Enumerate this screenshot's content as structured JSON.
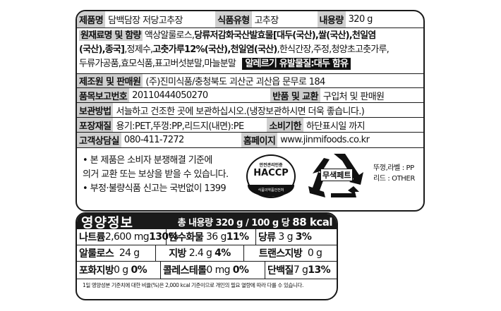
{
  "label": {
    "product_name": {
      "header": "제품명",
      "value": "담백담장 저당고추장"
    },
    "food_type": {
      "header": "식품유형",
      "value": "고추장"
    },
    "net_content": {
      "header": "내용량",
      "value": "320 g"
    },
    "ingredients": {
      "header": "원재료명 및 함량",
      "line1_plain": "액상알룰로스,",
      "line1_bold": "당류저감화국산발효물[대두(국산),쌀(국산),천일염",
      "line2_bold_a": "(국산),종국]",
      "line2_plain_a": ",정제수,",
      "line2_bold_b": "고춧가루12%(국산),천일염(국산)",
      "line2_plain_b": ",한식간장,주정,청양초고춧가루,",
      "line3_plain": "두류가공품,효모식품,표고버섯분말,마늘분말",
      "allergy": "알레르기 유발물질:대두 함유"
    },
    "manufacturer": {
      "header": "제조원 및 판매원",
      "value": "(주)진미식품/충청북도 괴산군 괴산읍 문무로 184"
    },
    "report_number": {
      "header": "품목보고번호",
      "value": "20110444050270"
    },
    "return_exchange": {
      "header": "반품 및 교환",
      "value": "구입처 및 판매원"
    },
    "storage": {
      "header": "보관방법",
      "value": "서늘하고 건조한 곳에 보관하십시오.(냉장보관하시면 더욱 좋습니다.)"
    },
    "packaging": {
      "header": "포장재질",
      "value": "용기:PET,뚜껑:PP,리드지(내면):PE"
    },
    "expiry": {
      "header": "소비기한",
      "value": "하단표시일 까지"
    },
    "customer_service": {
      "header": "고객상담실",
      "value": "080-411-7272"
    },
    "homepage": {
      "header": "홈페이지",
      "value": "www.jinmifoods.co.kr"
    },
    "notice": {
      "line1": "• 본 제품은 소비자 분쟁해결 기준에",
      "line2": "의거 교환 또는 보상을 받을 수 있습니다.",
      "line3": "• 부정·불량식품 신고는 국번없이 1399"
    },
    "haccp": {
      "top": "안전관리인증",
      "mark": "HACCP",
      "bottom": "식품의약품안전처"
    },
    "recycle": {
      "mark": "무색페트",
      "line1": "뚜껑,라벨 : PP",
      "line2": "리드 : OTHER"
    }
  },
  "nutrition": {
    "title": "영양정보",
    "summary_prefix": "총 내용량 320 g / 100 g 당",
    "kcal": "88 kcal",
    "rows": [
      [
        {
          "name": "나트륨",
          "amount": "2,600 mg",
          "pct": "130%"
        },
        {
          "name": "탄수화물",
          "amount": "36 g",
          "pct": "11%"
        },
        {
          "name": "당류",
          "amount": "3 g",
          "pct": "3%"
        }
      ],
      [
        {
          "name": "알룰로스",
          "amount": "24 g",
          "pct": ""
        },
        {
          "name": "지방",
          "amount": "2.4 g",
          "pct": "4%"
        },
        {
          "name": "트랜스지방",
          "amount": "0 g",
          "pct": ""
        }
      ],
      [
        {
          "name": "포화지방",
          "amount": "0 g",
          "pct": "0%"
        },
        {
          "name": "콜레스테롤",
          "amount": "0 mg",
          "pct": "0%"
        },
        {
          "name": "단백질",
          "amount": "7 g",
          "pct": "13%"
        }
      ]
    ],
    "footnote": "1일 영양성분 기준치에 대한 비율(%)은 2,000 kcal 기준이므로 개인의 필요 열량에 따라 다를 수 있습니다."
  }
}
